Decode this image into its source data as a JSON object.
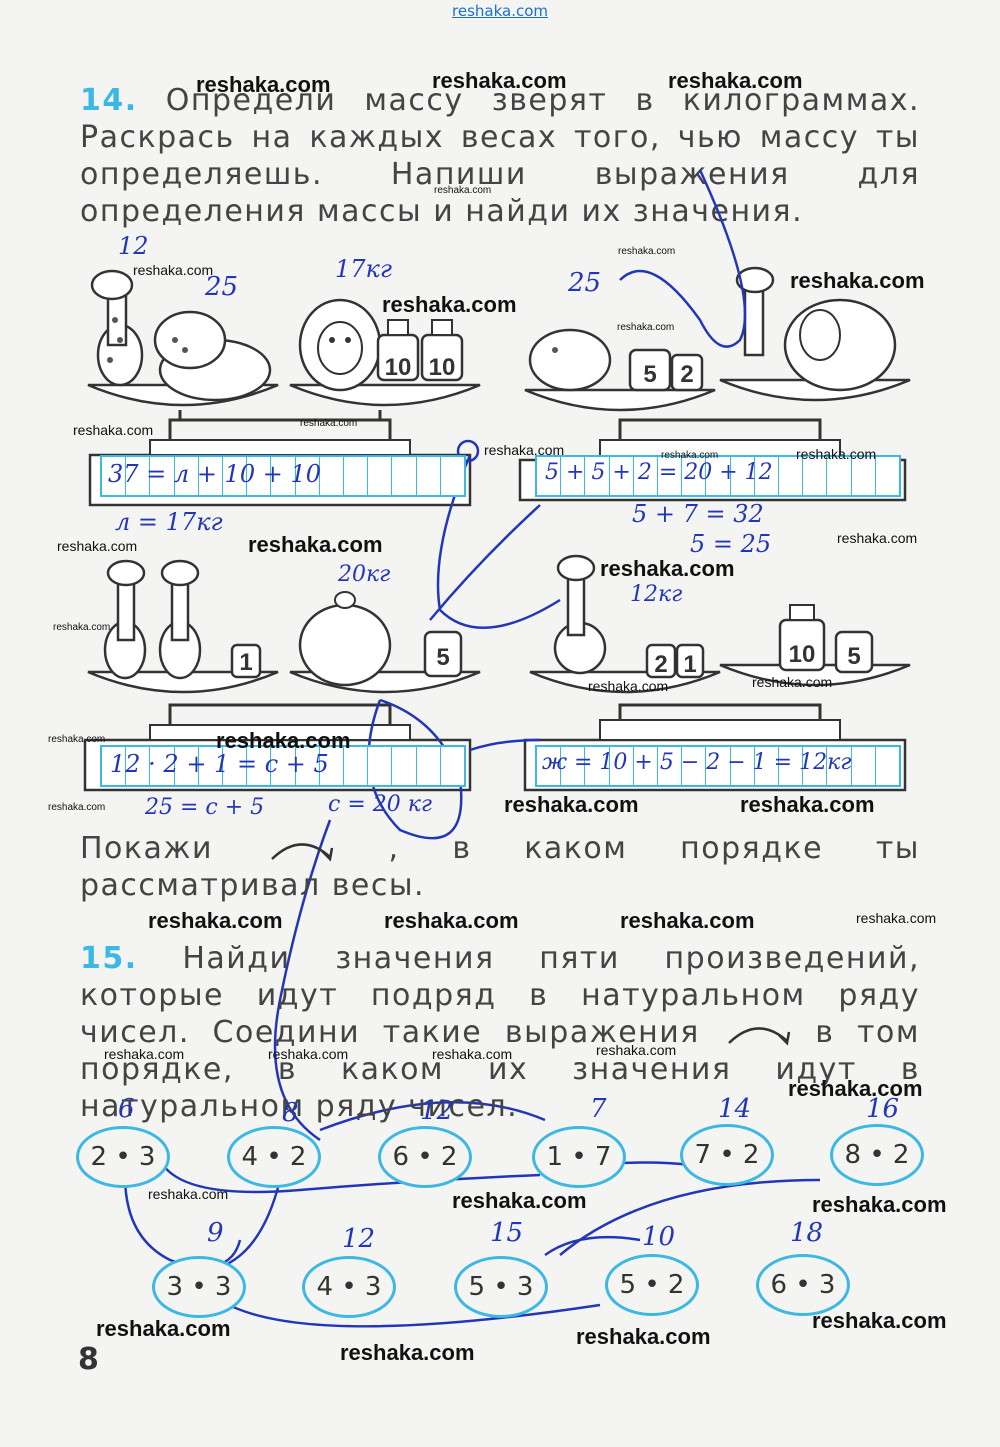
{
  "site_top": "reshaka.com",
  "watermark": "reshaka.com",
  "task14": {
    "number": "14.",
    "text": "Определи массу зверят в килограммах. Раскрась на каждых весах того, чью массу ты определяешь. Напиши выражения для определения массы и найди их значения."
  },
  "weights": [
    "10",
    "10",
    "5",
    "2",
    "1",
    "5",
    "2",
    "1",
    "10",
    "5"
  ],
  "handwriting": {
    "s1_top_a": "12",
    "s1_top_b": "25",
    "s2_top": "17кг",
    "s3_top": "25",
    "s5_top": "20кг",
    "s6_top": "12кг",
    "strip1": "37 = л + 10 + 10",
    "strip1_below": "л = 17кг",
    "strip2": "5 + 5 + 2 = 20 + 12",
    "strip2_below_a": "5 + 7 = 32",
    "strip2_below_b": "5 = 25",
    "strip3": "12 · 2 + 1 = c + 5",
    "strip3_below_a": "25 = c + 5",
    "strip3_below_b": "c = 20 кг",
    "strip4": "ж = 10 + 5 − 2 − 1 = 12кг"
  },
  "show_line": {
    "a": "Покажи",
    "b": ", в каком порядке ты рассматривал весы."
  },
  "task15": {
    "number": "15.",
    "text_a": "Найди значения пяти произведений, которые идут подряд в натуральном ряду чисел. Соедини такие выражения",
    "text_b": "в том порядке, в каком их значения идут в натуральном ряду чисел."
  },
  "row1": [
    {
      "expr": "2 • 3",
      "ans": "6"
    },
    {
      "expr": "4 • 2",
      "ans": "8"
    },
    {
      "expr": "6 • 2",
      "ans": "12"
    },
    {
      "expr": "1 • 7",
      "ans": "7"
    },
    {
      "expr": "7 • 2",
      "ans": "14"
    },
    {
      "expr": "8 • 2",
      "ans": "16"
    }
  ],
  "row2": [
    {
      "expr": "3 • 3",
      "ans": "9"
    },
    {
      "expr": "4 • 3",
      "ans": "12"
    },
    {
      "expr": "5 • 3",
      "ans": "15"
    },
    {
      "expr": "5 • 2",
      "ans": "10"
    },
    {
      "expr": "6 • 3",
      "ans": "18"
    }
  ],
  "page_number": "8",
  "colors": {
    "accent": "#3bb8e3",
    "ink": "#2336b8",
    "text": "#444444",
    "paper": "#f4f4f2"
  }
}
